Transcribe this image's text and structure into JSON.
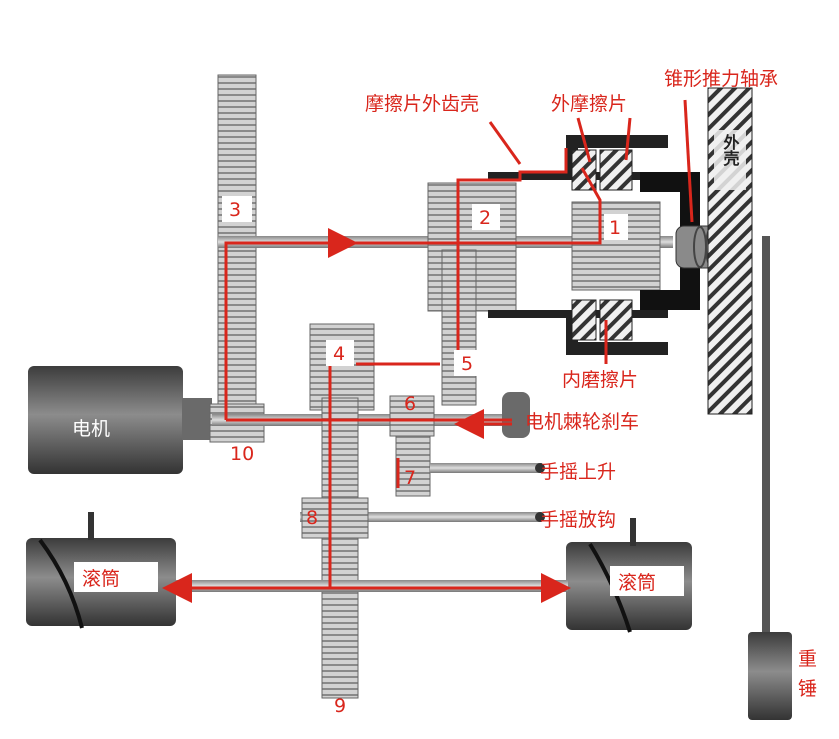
{
  "labels": {
    "friction_outer_shell": "摩擦片外齿壳",
    "outer_friction_plate": "外摩擦片",
    "tapered_thrust_bearing": "锥形推力轴承",
    "inner_friction_plate": "内磨擦片",
    "motor": "电机",
    "motor_ratchet_brake": "电机棘轮刹车",
    "hand_lift": "手摇上升",
    "hand_release_hook": "手摇放钩",
    "drum_left": "滚筒",
    "drum_right": "滚筒",
    "counterweight": "重锤",
    "shell": "外壳"
  },
  "numbers": {
    "n1": "1",
    "n2": "2",
    "n3": "3",
    "n4": "4",
    "n5": "5",
    "n6": "6",
    "n7": "7",
    "n8": "8",
    "n9": "9",
    "n10": "10"
  },
  "colors": {
    "accent_red": "#d9261c",
    "gear_gray": "#bdbdbd",
    "dark_gray": "#3a3a3a",
    "motor_gray": "#5a5a5a"
  }
}
